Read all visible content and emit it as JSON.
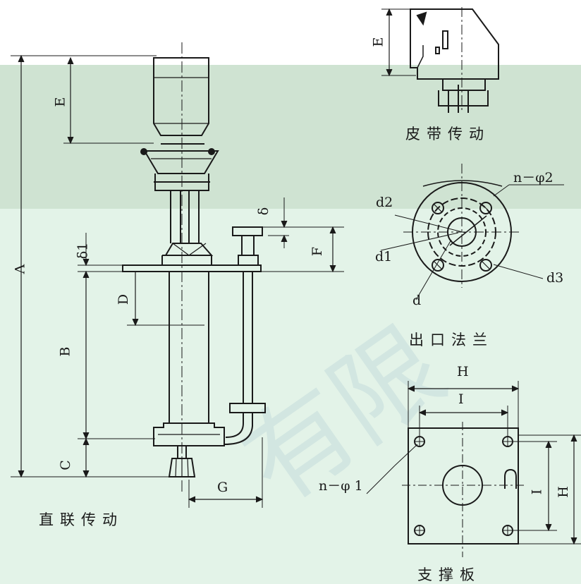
{
  "captions": {
    "belt_drive": "皮带传动",
    "outlet_flange": "出口法兰",
    "direct_drive": "直联传动",
    "support_plate": "支撑板"
  },
  "labels": {
    "A": "A",
    "B": "B",
    "C": "C",
    "D": "D",
    "E": "E",
    "F": "F",
    "G": "G",
    "H": "H",
    "I": "I",
    "delta1": "δ1",
    "delta": "δ",
    "d": "d",
    "d1": "d1",
    "d2": "d2",
    "d3": "d3",
    "n_phi2": "n－φ2",
    "n_phi1": "n－φ 1"
  },
  "watermark": "有限",
  "colors": {
    "line": "#1a1a1a",
    "panel_green": "#cfe3d2",
    "light_green": "#e3f3e8"
  }
}
